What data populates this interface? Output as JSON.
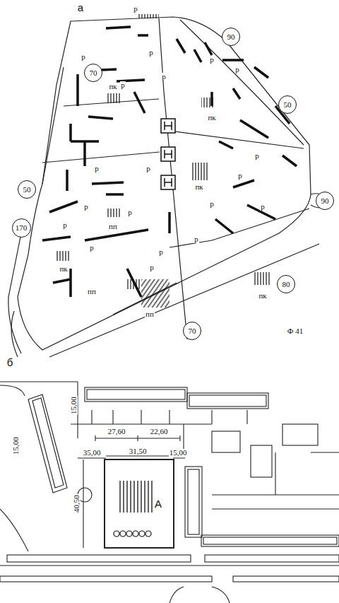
{
  "diagram": {
    "nodes": [
      {
        "text": [
          "70"
        ]
      },
      {
        "text": [
          "90"
        ]
      },
      {
        "text": [
          "50"
        ]
      },
      {
        "text": [
          "90"
        ]
      },
      {
        "text": [
          "50"
        ]
      },
      {
        "text": [
          "170"
        ]
      },
      {
        "text": [
          "80"
        ]
      },
      {
        "text": [
          "70"
        ]
      }
    ],
    "labels": [
      "а",
      "р",
      "р",
      "р",
      "р",
      "р",
      "р",
      "р",
      "р",
      "р",
      "р",
      "р",
      "р",
      "р",
      "р",
      "р",
      "р",
      "р",
      "р",
      "р",
      "р",
      "пк",
      "пк",
      "пк",
      "пк",
      "пк",
      "пп",
      "пп",
      "пп",
      "Ф 41",
      "б",
      "15,00",
      "27,60",
      "22,60",
      "35,00",
      "31,50",
      "15,00",
      "40,50",
      "15,00",
      "А"
    ]
  }
}
